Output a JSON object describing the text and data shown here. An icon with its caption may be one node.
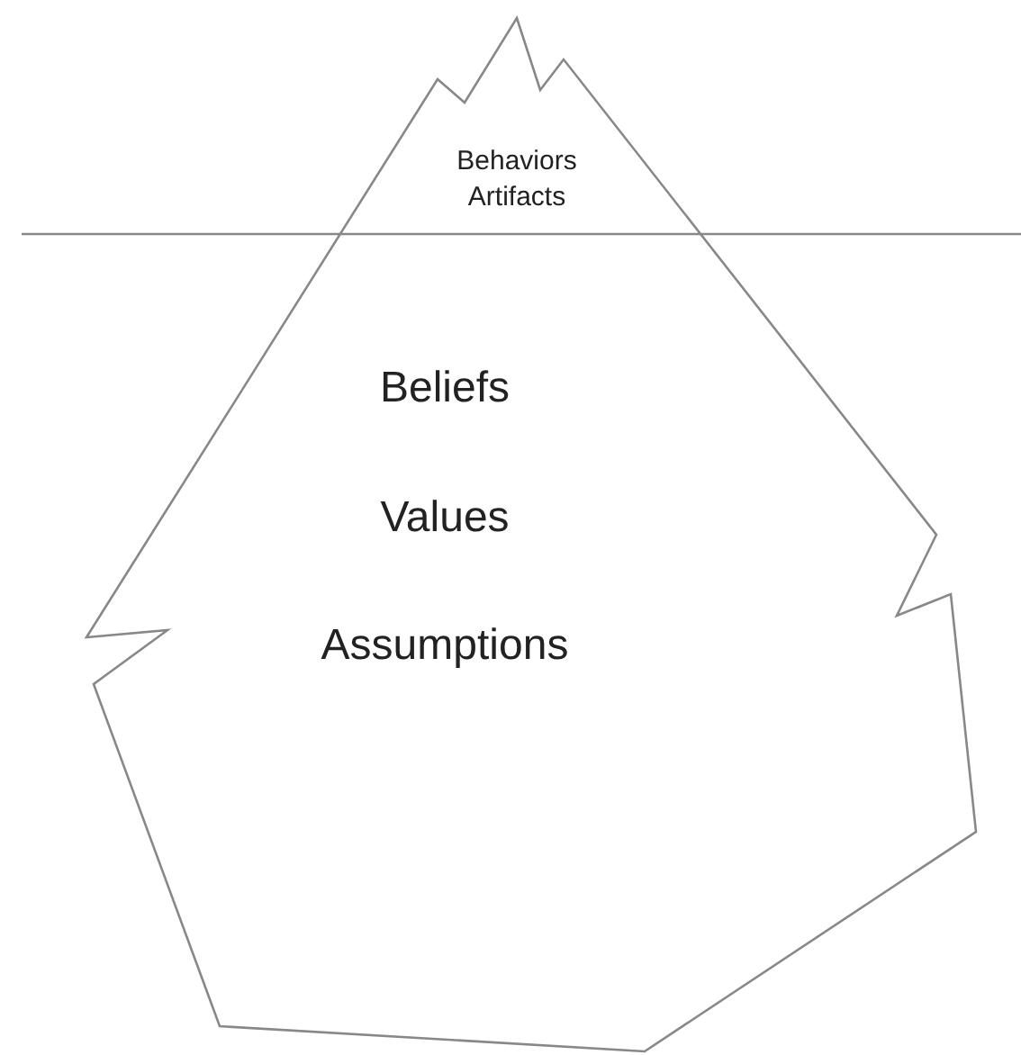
{
  "diagram": {
    "nodes": [
      {
        "text": [
          "Behaviors Artifacts",
          "Beliefs",
          "Values",
          "Assumptions"
        ]
      }
    ]
  }
}
